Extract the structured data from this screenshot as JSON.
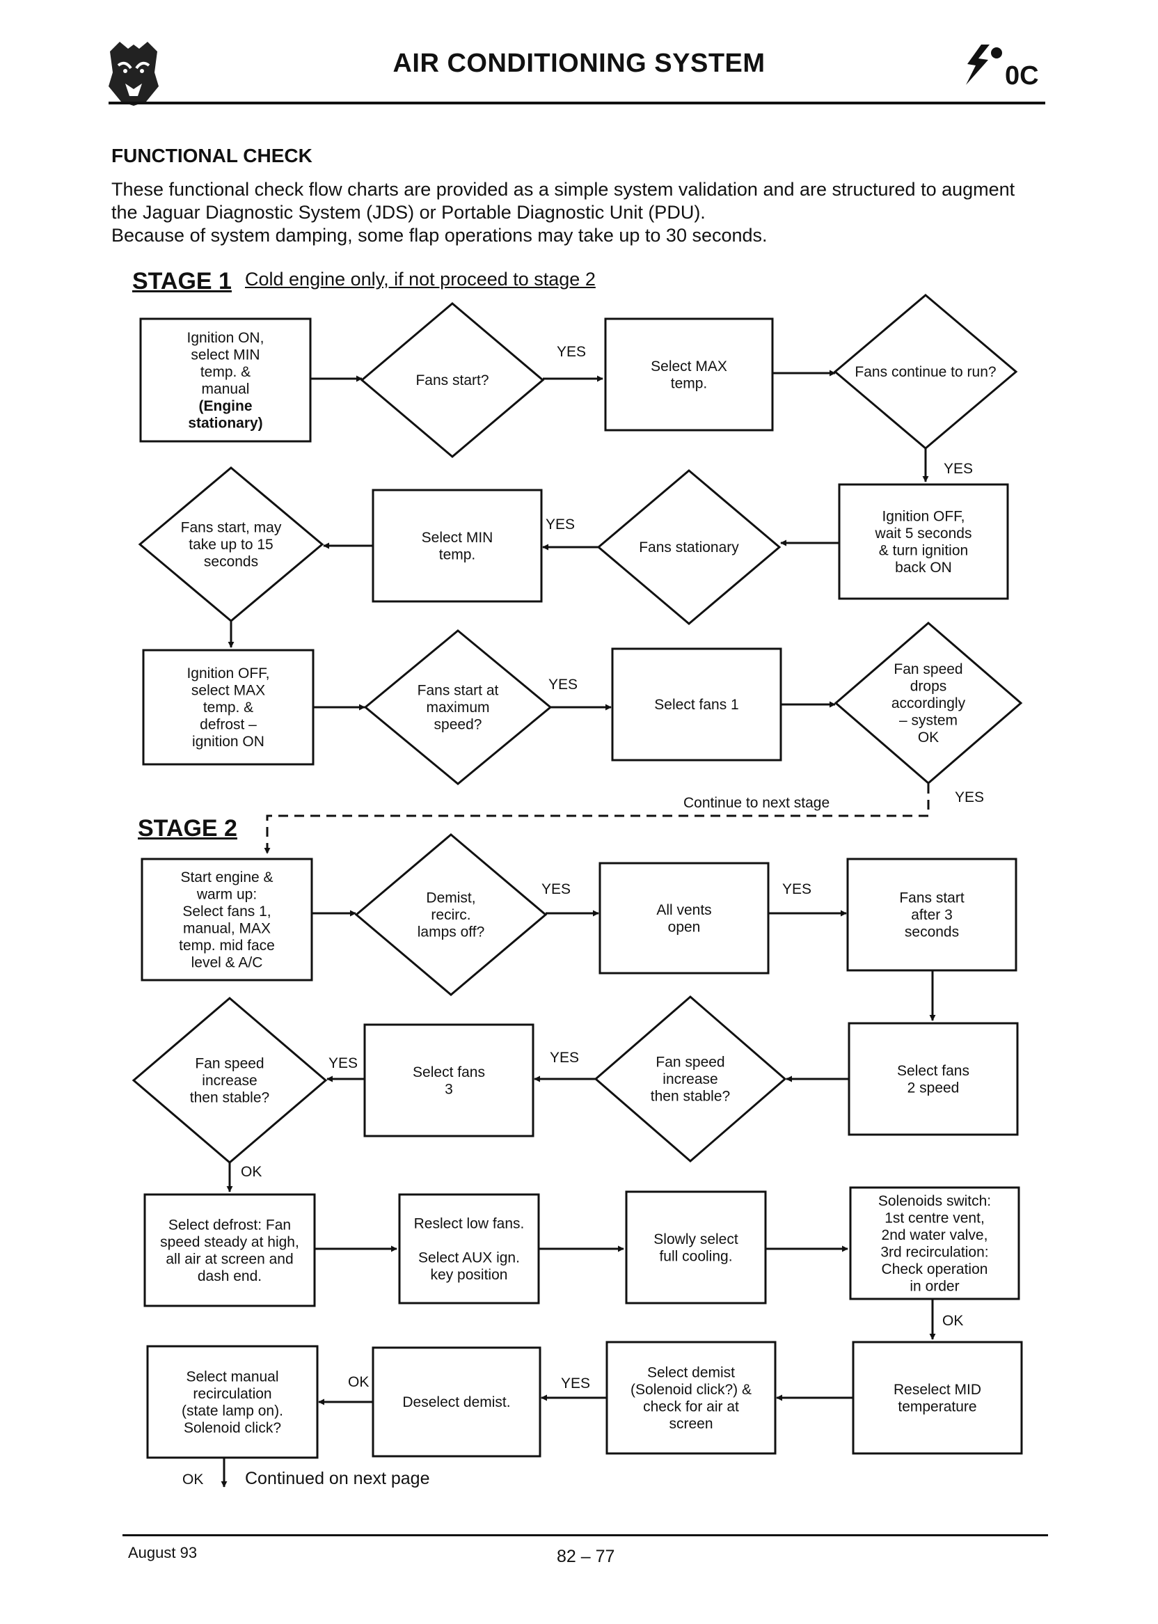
{
  "header": {
    "title": "AIR CONDITIONING SYSTEM",
    "section_code": "0C"
  },
  "section_title": "FUNCTIONAL CHECK",
  "intro": [
    "These functional check flow charts are provided as a simple system validation and are structured to augment the Jaguar Diagnostic System (JDS) or Portable Diagnostic Unit (PDU).",
    "Because of system damping, some flap operations may take up to 30 seconds."
  ],
  "stage1": {
    "label": "STAGE 1",
    "note": "Cold engine only, if not proceed to stage 2"
  },
  "stage2": {
    "label": "STAGE 2"
  },
  "nodes": [
    {
      "id": "n1",
      "shape": "rect",
      "lines": [
        "Ignition ON,",
        "select MIN",
        "temp. &",
        "manual",
        "(Engine",
        "stationary)"
      ],
      "bold_from": 4
    },
    {
      "id": "n2",
      "shape": "diamond",
      "lines": [
        "Fans start?"
      ]
    },
    {
      "id": "n3",
      "shape": "rect",
      "lines": [
        "Select MAX",
        "temp."
      ]
    },
    {
      "id": "n4",
      "shape": "diamond",
      "lines": [
        "Fans continue to run?"
      ]
    },
    {
      "id": "n5",
      "shape": "rect",
      "lines": [
        "Ignition OFF,",
        "wait 5 seconds",
        "& turn ignition",
        "back ON"
      ]
    },
    {
      "id": "n6",
      "shape": "diamond",
      "lines": [
        "Fans stationary"
      ]
    },
    {
      "id": "n7",
      "shape": "rect",
      "lines": [
        "Select MIN",
        "temp."
      ]
    },
    {
      "id": "n8",
      "shape": "diamond",
      "lines": [
        "Fans start, may",
        "take up to 15",
        "seconds"
      ]
    },
    {
      "id": "n9",
      "shape": "rect",
      "lines": [
        "Ignition OFF,",
        "select MAX",
        "temp. &",
        "defrost –",
        "ignition ON"
      ]
    },
    {
      "id": "n10",
      "shape": "diamond",
      "lines": [
        "Fans start at",
        "maximum",
        "speed?"
      ]
    },
    {
      "id": "n11",
      "shape": "rect",
      "lines": [
        "Select fans 1"
      ]
    },
    {
      "id": "n12",
      "shape": "diamond",
      "lines": [
        "Fan speed",
        "drops",
        "accordingly",
        "– system",
        "OK"
      ]
    },
    {
      "id": "n13",
      "shape": "rect",
      "lines": [
        "Start engine &",
        "warm up:",
        "Select fans 1,",
        "manual, MAX",
        "temp. mid face",
        "level & A/C"
      ]
    },
    {
      "id": "n14",
      "shape": "diamond",
      "lines": [
        "Demist,",
        "recirc.",
        "lamps off?"
      ]
    },
    {
      "id": "n15",
      "shape": "rect",
      "lines": [
        "All vents",
        "open"
      ]
    },
    {
      "id": "n16",
      "shape": "rect",
      "lines": [
        "Fans start",
        "after 3",
        "seconds"
      ]
    },
    {
      "id": "n17",
      "shape": "rect",
      "lines": [
        "Select fans",
        "2 speed"
      ]
    },
    {
      "id": "n18",
      "shape": "diamond",
      "lines": [
        "Fan speed",
        "increase",
        "then stable?"
      ]
    },
    {
      "id": "n19",
      "shape": "rect",
      "lines": [
        "Select fans",
        "3"
      ]
    },
    {
      "id": "n20",
      "shape": "diamond",
      "lines": [
        "Fan speed",
        "increase",
        "then stable?"
      ]
    },
    {
      "id": "n21",
      "shape": "rect",
      "lines": [
        "Select defrost: Fan",
        "speed steady at high,",
        "all air at screen and",
        "dash end."
      ]
    },
    {
      "id": "n22",
      "shape": "rect",
      "lines": [
        "Reslect low fans.",
        "",
        "Select AUX ign.",
        "key position"
      ]
    },
    {
      "id": "n23",
      "shape": "rect",
      "lines": [
        "Slowly select",
        "full cooling."
      ]
    },
    {
      "id": "n24",
      "shape": "rect",
      "lines": [
        "Solenoids switch:",
        "1st centre vent,",
        "2nd water valve,",
        "3rd recirculation:",
        "Check operation",
        "in order"
      ]
    },
    {
      "id": "n25",
      "shape": "rect",
      "lines": [
        "Reselect MID",
        "temperature"
      ]
    },
    {
      "id": "n26",
      "shape": "rect",
      "lines": [
        "Select demist",
        "(Solenoid click?) &",
        "check for air at",
        "screen"
      ]
    },
    {
      "id": "n27",
      "shape": "rect",
      "lines": [
        "Deselect demist."
      ]
    },
    {
      "id": "n28",
      "shape": "rect",
      "lines": [
        "Select manual",
        "recirculation",
        "(state lamp on).",
        "Solenoid click?"
      ]
    }
  ],
  "edge_labels": {
    "yes": "YES",
    "ok": "OK",
    "continue_next_stage": "Continue to next stage",
    "continued_next_page": "Continued on next page"
  },
  "footer": {
    "date": "August 93",
    "page": "82 – 77"
  }
}
